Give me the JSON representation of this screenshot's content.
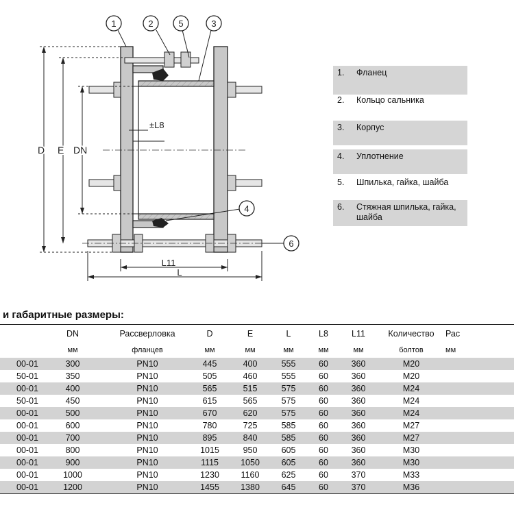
{
  "drawing": {
    "callouts": [
      "1",
      "2",
      "5",
      "3",
      "4",
      "6"
    ],
    "dimensions": {
      "d": "D",
      "e": "E",
      "dn": "DN",
      "l8": "±L8",
      "l11": "L11",
      "l": "L"
    }
  },
  "legend": [
    {
      "num": "1.",
      "text": "Фланец",
      "shaded": true
    },
    {
      "num": "2.",
      "text": "Кольцо сальника",
      "shaded": false
    },
    {
      "num": "3.",
      "text": "Корпус",
      "shaded": true
    },
    {
      "num": "4.",
      "text": "Уплотнение",
      "shaded": true
    },
    {
      "num": "5.",
      "text": "Шпилька, гайка, шайба",
      "shaded": false
    },
    {
      "num": "6.",
      "text": "Стяжная шпилька, гайка, шайба",
      "shaded": true
    }
  ],
  "section_title": "и габаритные размеры:",
  "table": {
    "header_row1": [
      "",
      "DN",
      "Рассверловка",
      "D",
      "E",
      "L",
      "L8",
      "L11",
      "Количество",
      "Рас"
    ],
    "header_row2": [
      "",
      "мм",
      "фланцев",
      "мм",
      "мм",
      "мм",
      "мм",
      "мм",
      "болтов",
      "мм"
    ],
    "rows": [
      [
        "00-01",
        "300",
        "PN10",
        "445",
        "400",
        "555",
        "60",
        "360",
        "M20",
        ""
      ],
      [
        "50-01",
        "350",
        "PN10",
        "505",
        "460",
        "555",
        "60",
        "360",
        "M20",
        ""
      ],
      [
        "00-01",
        "400",
        "PN10",
        "565",
        "515",
        "575",
        "60",
        "360",
        "M24",
        ""
      ],
      [
        "50-01",
        "450",
        "PN10",
        "615",
        "565",
        "575",
        "60",
        "360",
        "M24",
        ""
      ],
      [
        "00-01",
        "500",
        "PN10",
        "670",
        "620",
        "575",
        "60",
        "360",
        "M24",
        ""
      ],
      [
        "00-01",
        "600",
        "PN10",
        "780",
        "725",
        "585",
        "60",
        "360",
        "M27",
        ""
      ],
      [
        "00-01",
        "700",
        "PN10",
        "895",
        "840",
        "585",
        "60",
        "360",
        "M27",
        ""
      ],
      [
        "00-01",
        "800",
        "PN10",
        "1015",
        "950",
        "605",
        "60",
        "360",
        "M30",
        ""
      ],
      [
        "00-01",
        "900",
        "PN10",
        "1115",
        "1050",
        "605",
        "60",
        "360",
        "M30",
        ""
      ],
      [
        "00-01",
        "1000",
        "PN10",
        "1230",
        "1160",
        "625",
        "60",
        "370",
        "M33",
        ""
      ],
      [
        "00-01",
        "1200",
        "PN10",
        "1455",
        "1380",
        "645",
        "60",
        "370",
        "M36",
        ""
      ]
    ]
  }
}
